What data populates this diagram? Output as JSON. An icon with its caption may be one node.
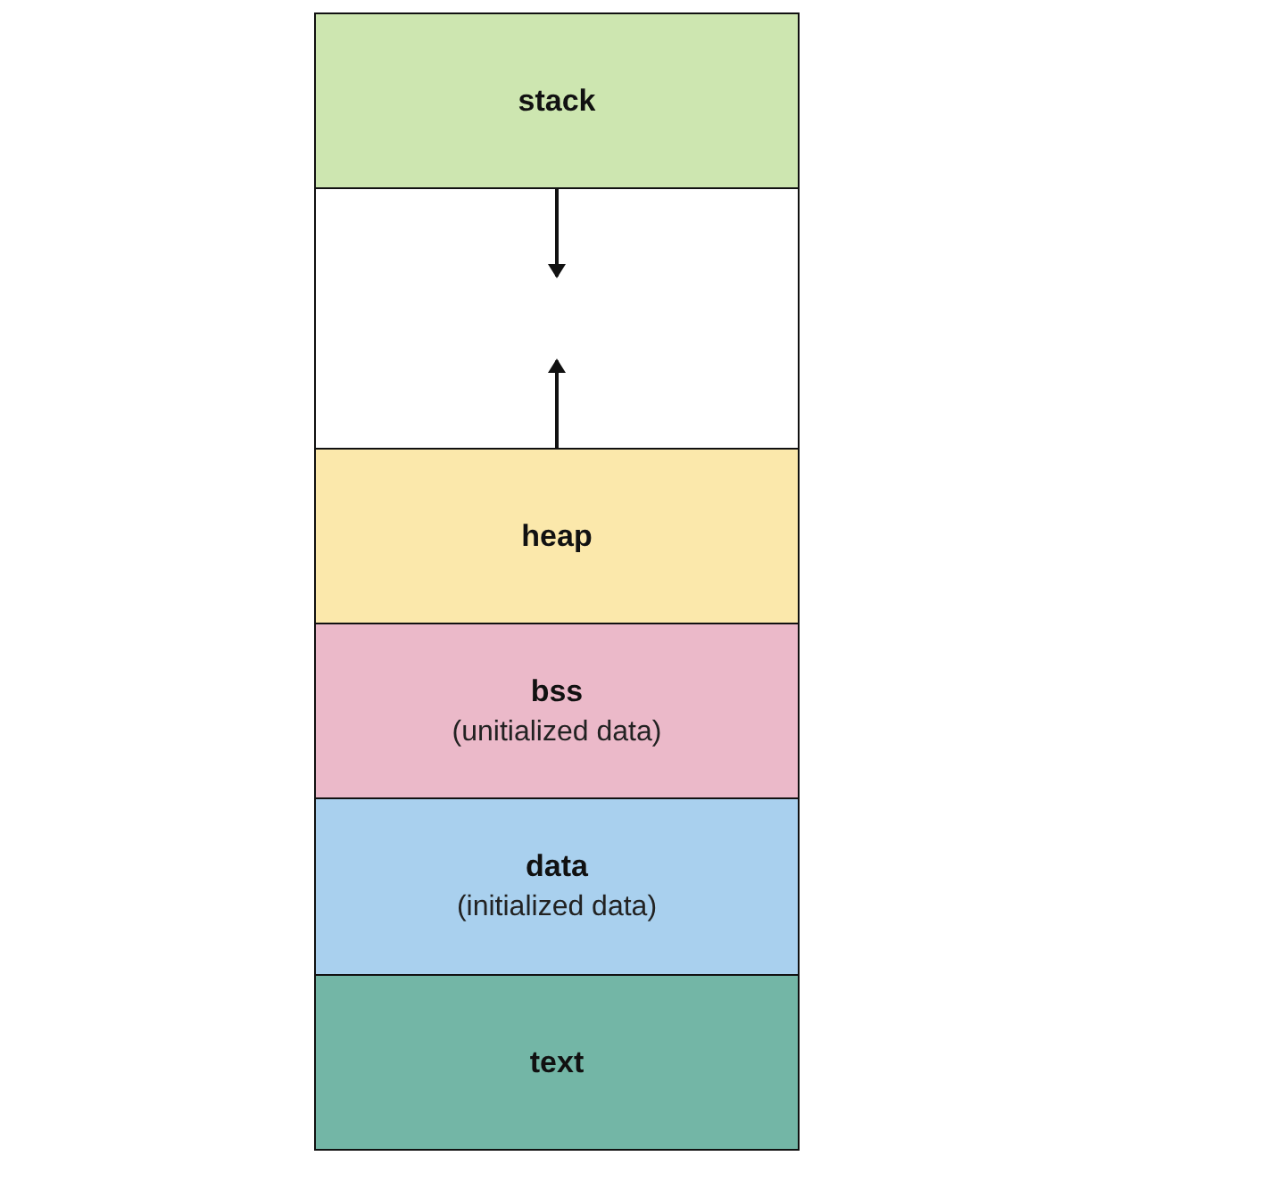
{
  "diagram": {
    "nodes": [
      {
        "text": [
          "stack"
        ]
      },
      {
        "text": [],
        "shape": "box"
      },
      {
        "text": [
          "heap"
        ]
      },
      {
        "text": [
          "bss",
          "(unitialized data)"
        ]
      },
      {
        "text": [
          "data",
          "(initialized data)"
        ]
      },
      {
        "text": [
          "text"
        ]
      }
    ],
    "edges": [
      {
        "from": 0,
        "to": 1,
        "arrow": "to"
      },
      {
        "from": 2,
        "to": 1,
        "arrow": "to"
      }
    ]
  }
}
